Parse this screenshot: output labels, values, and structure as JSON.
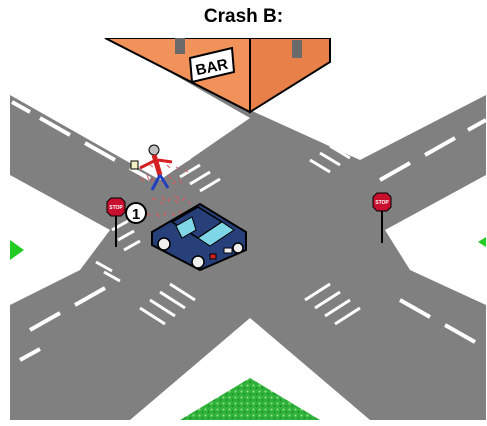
{
  "title": "Crash B:",
  "building": {
    "sign": "BAR",
    "color": "#f0925a"
  },
  "stop_signs": {
    "text": "STOP",
    "color": "#c8102e"
  },
  "marker": {
    "label": "1"
  },
  "colors": {
    "road": "#808080",
    "car": "#27407a",
    "grass": "#2fb33a",
    "arrow": "#22cc22"
  }
}
